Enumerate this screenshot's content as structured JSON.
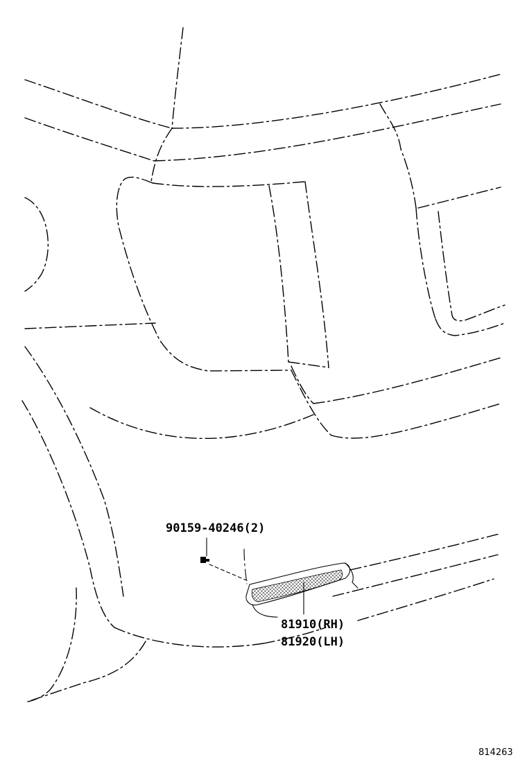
{
  "callouts": [
    {
      "id": "screw",
      "part_number": "90159-40246",
      "quantity": "(2)"
    },
    {
      "id": "lamp-rh",
      "part_number": "81910",
      "side": "(RH)"
    },
    {
      "id": "lamp-lh",
      "part_number": "81920",
      "side": "(LH)"
    }
  ],
  "figure_id": "814263"
}
